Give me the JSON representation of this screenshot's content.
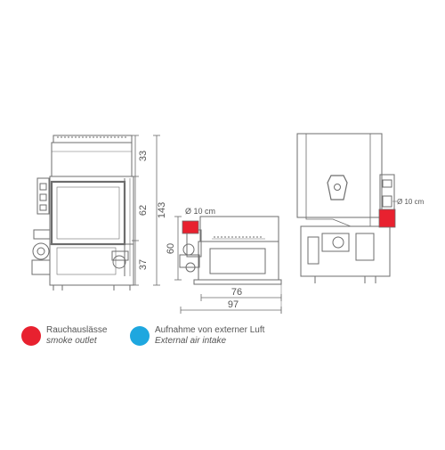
{
  "dimensions": {
    "d33": "33",
    "d62": "62",
    "d143": "143",
    "d37": "37",
    "d60": "60",
    "d76": "76",
    "d97": "97",
    "dia_left": "Ø 10 cm",
    "dia_right": "Ø 10 cm"
  },
  "legend": {
    "smoke": {
      "label_de": "Rauchauslässe",
      "label_en": "smoke outlet",
      "color": "#e8212f"
    },
    "air": {
      "label_de": "Aufnahme von externer Luft",
      "label_en": "External air intake",
      "color": "#1ea7df"
    }
  },
  "colors": {
    "line": "#6d6d6d",
    "outlet": "#e8212f"
  }
}
